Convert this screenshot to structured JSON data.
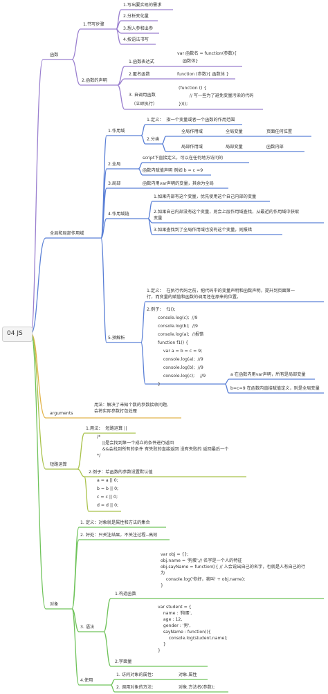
{
  "root": "04 JS",
  "functions": {
    "label": "函数",
    "steps": {
      "label": "1.书写步骤",
      "items": [
        "1.写出要实现的需求",
        "2.分析变化量",
        "3.想入参和出参",
        "4.按语法书写"
      ]
    },
    "declaration": {
      "label": "2.函数的声明",
      "expr": {
        "label": "1.函数表达式",
        "code": [
          "var 函数名 = function(参数){",
          "    函数体}"
        ]
      },
      "anon": {
        "label": "2.匿名函数",
        "code": "function (参数){ 函数体 }"
      },
      "iife": {
        "label": [
          "3. 自调用函数",
          "（立即执行）"
        ],
        "code": [
          "(function () {",
          "        // 写一些为了避免变量污染的代码",
          "})();"
        ]
      }
    }
  },
  "scope": {
    "label": "全局和局部作用域",
    "scope_def": {
      "label": "1.作用域",
      "definition": "1.定义：  指一个变量或者一个函数的作用范围",
      "kinds": {
        "label": "2.分类",
        "rows": [
          [
            "全局作用域",
            "全局变量",
            "页面任何位置"
          ],
          [
            "局部作用域",
            "局部变量",
            "函数内部"
          ]
        ]
      }
    },
    "global": {
      "label": "2.全局",
      "items": [
        "script下直接定义，可以在任何地方访问的",
        "函数内赋值声明 例如 b = c =9"
      ]
    },
    "local": {
      "label": "3.局部",
      "text": "函数内用var声明的变量，其余为全局"
    },
    "chain": {
      "label": "4.作用域链",
      "items": [
        "1.如果内部有这个变量，优先使用这个自己内部的变量",
        "2.如果自己内部没有这个变量，则会上层作用域查找，从最近的作用域中获取\n变量",
        "3.如果查找到了全局作用域也没有这个变量，则报错"
      ]
    },
    "hoisting": {
      "label": "5.预解析",
      "definition": "1.定义：  在执行代码之前，把代码中的变量声明和函数声明，提升到页面第一\n行，而变量的赋值和函数的调用还在原来的位置。",
      "example_label": "2.例子：  f1();",
      "code": [
        "console.log(c);  //9",
        "console.log(b);  //9",
        "console.log(a);  //报错",
        "function f1() {",
        "    var a = b = c = 9;",
        "    console.log(a);  //9",
        "    console.log(b);  //9",
        "    console.log(c);    //9",
        "}"
      ],
      "notes": [
        "a 在函数内用var声明，所有是局部变量",
        "b=c=9 在函数内直接赋值定义，则是全局变量"
      ]
    }
  },
  "arguments": {
    "label": "arguments",
    "text": "用法：解决了未知个数的参数接收问题,\n会将实际参数打包处理"
  },
  "shortcircuit": {
    "label": "短路运算",
    "usage": "1.用法：  短路运算 ||",
    "comment": "/*\n    ||是会找到第一个成立的条件进行返回\n    &&会找到所有的条件 有失败的直接返回 没有失败的 返回最后一个\n*/",
    "example_label": "2.例子：给函数的参数设置默认值",
    "example_code": [
      "a = a || 0;",
      "b = b || 0;",
      "c = c || 0;",
      "d = d || 0;"
    ]
  },
  "object": {
    "label": "对象",
    "definition": "1. 定义：对象就是属性和方法的集合",
    "benefit": "2. 好处：只关注结果，不关注过程--高效",
    "syntax": {
      "label": "3. 语法",
      "ctor_label": "1.构造函数",
      "ctor_code": "var obj = {};\nobj.name = '狗蛋';// 名字是一个人的特征\nobj.sayName = function(){ // 人会说出自己的名字，也就是人有自己的行\n为\n    console.log('你好，我叫' + obj.name);\n}",
      "literal_label": "2.字面量",
      "literal_code": "var student = {\n    name : '狗蛋',\n    age : 12,\n    gender : '男',\n    sayName : function(){\n        console.log(student.name);\n    }\n}"
    },
    "usage": {
      "label": "4.使用",
      "access_prop": {
        "label": "1. 访问对象的属性：",
        "value": "对象.属性"
      },
      "call_method": {
        "label": "2. 调用对象的方法：",
        "value": "对象.方法名(参数);"
      }
    }
  },
  "colors": {
    "purple": "#9a7fcf",
    "blue": "#5b80d6",
    "orange": "#e2b34a",
    "olive": "#a9c24a",
    "green": "#6fc35a",
    "root_bg": "#f4f4f4"
  }
}
